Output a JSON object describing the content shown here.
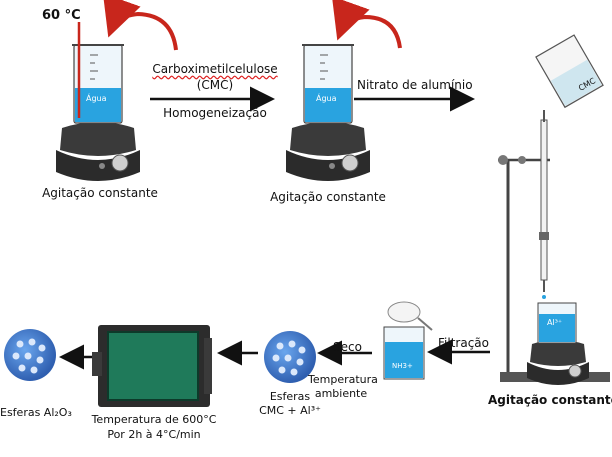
{
  "labels": {
    "temp_start": "60 °C",
    "cmc_line1": "Carboximetilcelulose",
    "cmc_line2": "(CMC)",
    "homog": "Homogeneização",
    "agit1": "Agitação constante",
    "agit2": "Agitação constante",
    "nitrato": "Nitrato de alumínio",
    "agua1": "Água",
    "agua2": "Água",
    "cmc_beaker": "CMC",
    "al3_beaker": "Al³⁺",
    "agit3": "Agitação constante",
    "filtracao": "Filtração",
    "nh3": "NH3+",
    "seco": "Seco",
    "temp_amb1": "Temperatura",
    "temp_amb2": "ambiente",
    "esferas1": "Esferas",
    "esferas2": "CMC + Al³⁺",
    "forno1": "Temperatura de 600°C",
    "forno2": "Por 2h à 4°C/min",
    "esferas_final": "Esferas Al₂O₃"
  },
  "colors": {
    "water": "#29a3e0",
    "arrow_red": "#c8261c",
    "sphere": "#3f7fd0",
    "oven": "#1f7a5a",
    "plate_dark": "#2b2b2b"
  }
}
